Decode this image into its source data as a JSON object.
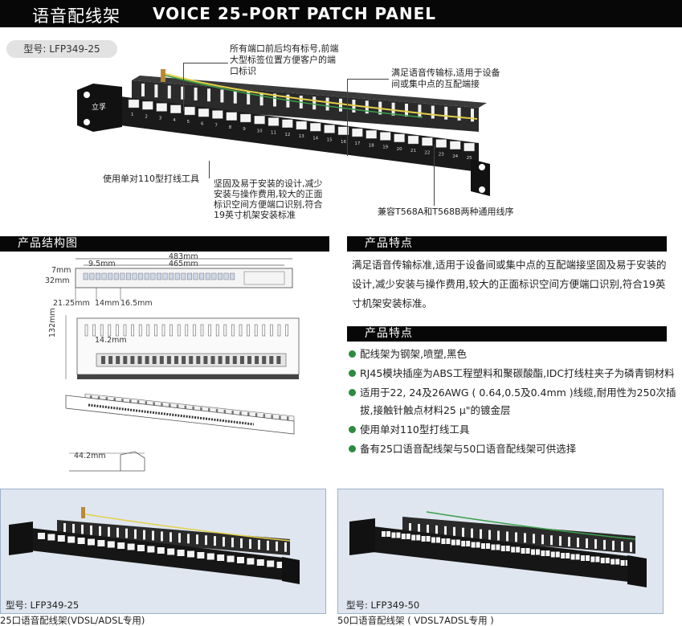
{
  "header": {
    "title_cn": "语音配线架",
    "title_en": "VOICE 25-PORT PATCH PANEL"
  },
  "model_badge": "型号: LFP349-25",
  "hero": {
    "brand": "立孚",
    "port_numbers": [
      "1",
      "2",
      "3",
      "4",
      "5",
      "6",
      "7",
      "8",
      "9",
      "10",
      "11",
      "12",
      "13",
      "14",
      "15",
      "16",
      "17",
      "18",
      "19",
      "20",
      "21",
      "22",
      "23",
      "24",
      "25"
    ],
    "callouts": {
      "labels_front_back": "所有端口前后均有标号,前端\n大型标签位置方便客户的端\n口标识",
      "transmission": "满足语音传输标,适用于设备\n间或集中点的互配端接",
      "tool_110": "使用单对110型打线工具",
      "design": "坚固及易于安装的设计,减少\n安装与操作费用,较大的正面\n标识空间方便端口识别,符合\n19英寸机架安装标准",
      "wiring": "兼容T568A和T568B两种通用线序"
    }
  },
  "structure": {
    "heading": "产品结构图",
    "dims": {
      "w483": "483mm",
      "w465": "465mm",
      "d95": "9.5mm",
      "d7": "7mm",
      "d32": "32mm",
      "d14": "14mm",
      "d165": "16.5mm",
      "d2125": "21.25mm",
      "d132": "132mm",
      "d142": "14.2mm",
      "d442": "44.2mm"
    }
  },
  "features1": {
    "heading": "产品特点",
    "text": "满足语音传输标准,适用于设备间或集中点的互配端接坚固及易于安装的设计,减少安装与操作费用,较大的正面标识空间方便端口识别,符合19英寸机架安装标准。"
  },
  "features2": {
    "heading": "产品特点",
    "items": [
      "配线架为钢架,喷塑,黑色",
      "RJ45模块插座为ABS工程塑料和聚碳酸酯,IDC打线柱夹子为磷青铜材料",
      "适用于22, 24及26AWG ( 0.64,0.5及0.4mm )线缆,耐用性为250次插拔,接触针触点材料25 μ\"的镀金层",
      "使用单对110型打线工具",
      "备有25口语音配线架与50口语音配线架可供选择"
    ]
  },
  "products": [
    {
      "model": "型号: LFP349-25",
      "caption": "25口语音配线架(VDSL/ADSL专用)"
    },
    {
      "model": "型号: LFP349-50",
      "caption": "50口语音配线架 ( VDSL7ADSL专用 )"
    }
  ],
  "colors": {
    "header_bg": "#070707",
    "bullet": "#2e8b3e",
    "photo_bg": "#dfe6ef",
    "panel": "#1a1a1a"
  }
}
